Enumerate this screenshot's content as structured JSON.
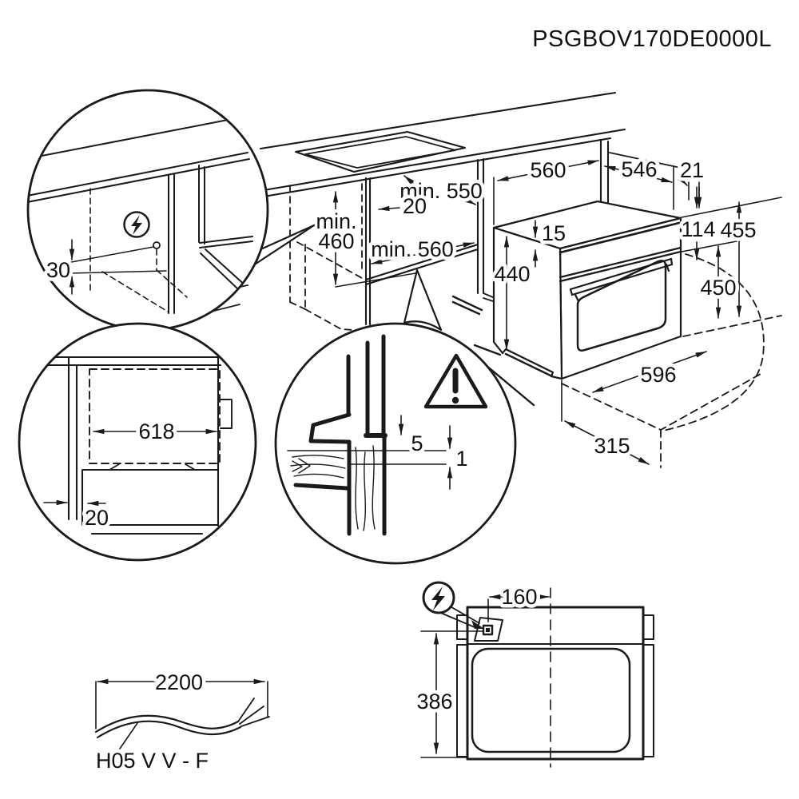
{
  "title": {
    "model_code": "PSGBOV170DE0000L"
  },
  "colors": {
    "line": "#1a1a1a",
    "text": "#111111",
    "background": "#ffffff"
  },
  "icons": {
    "electrical": "lightning-bolt",
    "warning": "exclamation-triangle"
  },
  "callout_electrical": {
    "offset_30": "30"
  },
  "niche": {
    "depth_min": "min. 550",
    "top_gap_20": "20",
    "height_min_label": "min.",
    "height_min_value": "460",
    "width_min": "min. 560"
  },
  "oven": {
    "niche_width_560": "560",
    "top_depth_546": "546",
    "gap_21": "21",
    "inset_15": "15",
    "panel_114": "114",
    "front_455": "455",
    "body_440": "440",
    "door_450": "450",
    "width_596": "596",
    "depth_315": "315"
  },
  "front_panel": {
    "width_618": "618",
    "gap_20": "20"
  },
  "gap_detail": {
    "gap_5": "5",
    "gap_1": "1"
  },
  "cable": {
    "length_2200": "2200",
    "type": "H05 V V - F"
  },
  "top_view": {
    "offset_160": "160",
    "depth_386": "386"
  }
}
